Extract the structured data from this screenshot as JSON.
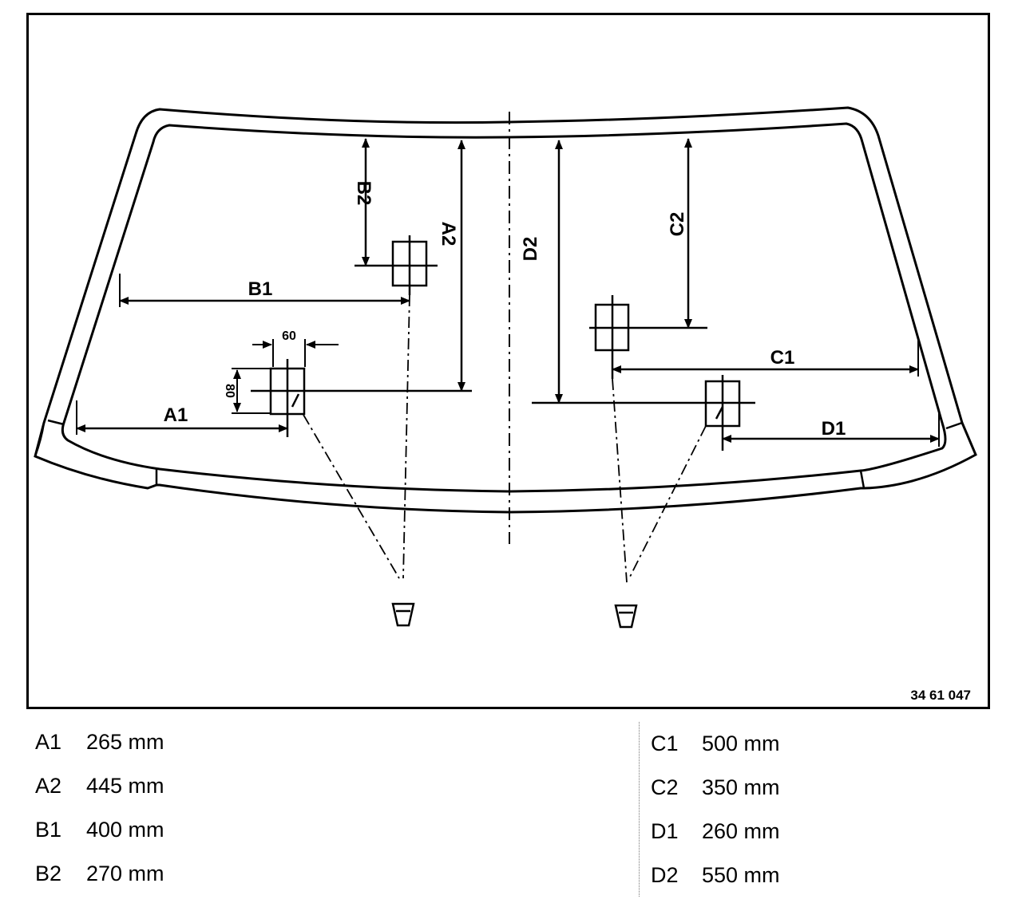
{
  "diagram": {
    "figure_number": "34 61 047",
    "labels": {
      "a1": "A1",
      "a2": "A2",
      "b1": "B1",
      "b2": "B2",
      "c1": "C1",
      "c2": "C2",
      "d1": "D1",
      "d2": "D2",
      "width_60": "60",
      "height_80": "80"
    }
  },
  "legend": {
    "left": [
      {
        "key": "A1",
        "value": "265 mm"
      },
      {
        "key": "A2",
        "value": "445 mm"
      },
      {
        "key": "B1",
        "value": "400 mm"
      },
      {
        "key": "B2",
        "value": "270 mm"
      }
    ],
    "right": [
      {
        "key": "C1",
        "value": "500 mm"
      },
      {
        "key": "C2",
        "value": "350 mm"
      },
      {
        "key": "D1",
        "value": "260 mm"
      },
      {
        "key": "D2",
        "value": "550 mm"
      }
    ]
  }
}
